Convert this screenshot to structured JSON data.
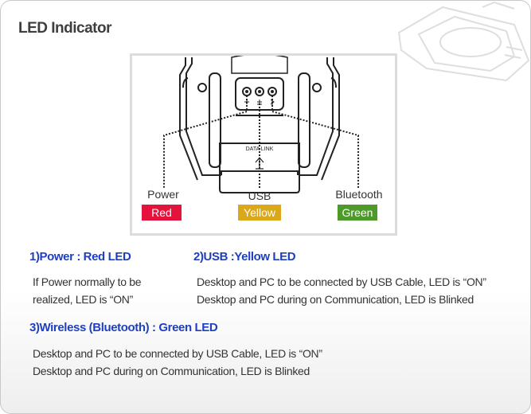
{
  "page": {
    "title": "LED Indicator"
  },
  "diagram": {
    "port_text": "DATA LINK",
    "labels": {
      "power": "Power",
      "usb": "USB",
      "bluetooth": "Bluetooth"
    },
    "badges": {
      "red": "Red",
      "yellow": "Yellow",
      "green": "Green"
    },
    "colors": {
      "red": "#e3133b",
      "yellow": "#dba81b",
      "green": "#4d9a2a",
      "heading_blue": "#1e3fbf"
    }
  },
  "sections": {
    "power": {
      "heading": "1)Power : Red LED",
      "lines": [
        "If Power normally to be",
        "realized, LED is “ON”"
      ]
    },
    "usb": {
      "heading": "2)USB :Yellow LED",
      "lines": [
        "Desktop and PC to be connected by USB Cable, LED is “ON”",
        "Desktop and PC during on Communication, LED is Blinked"
      ]
    },
    "wireless": {
      "heading": "3)Wireless (Bluetooth) : Green LED",
      "lines": [
        "Desktop and PC to be connected by USB Cable, LED is “ON”",
        "Desktop and PC during on Communication, LED is Blinked"
      ]
    }
  }
}
